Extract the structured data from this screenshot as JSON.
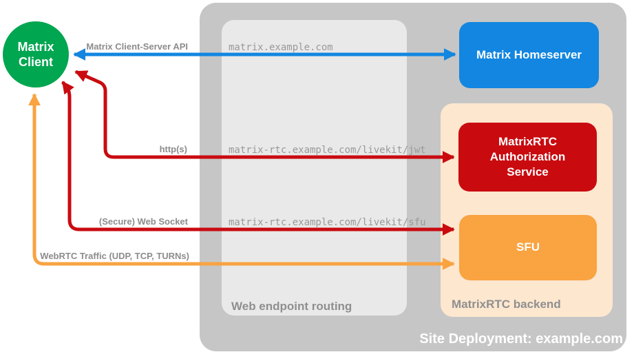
{
  "title": "Site Deployment: example.com",
  "client_node": {
    "line1": "Matrix",
    "line2": "Client",
    "color": "#00a650"
  },
  "nodes": {
    "homeserver": {
      "label": "Matrix Homeserver",
      "color": "#1286e0"
    },
    "auth_service": {
      "label": "MatrixRTC Authorization Service",
      "color": "#c90b10"
    },
    "sfu": {
      "label": "SFU",
      "color": "#f9a341"
    }
  },
  "containers": {
    "site_deployment": {
      "label": "Site Deployment: example.com",
      "color": "#c6c6c6"
    },
    "web_endpoint_routing": {
      "label": "Web endpoint routing",
      "color": "#e9e9e9"
    },
    "matrixrtc_backend": {
      "label": "MatrixRTC backend",
      "color": "#fde7cf"
    }
  },
  "connections": [
    {
      "protocol": "Matrix Client-Server API",
      "endpoint": "matrix.example.com",
      "color": "#1286e0",
      "from": "Matrix Client",
      "to": "Matrix Homeserver",
      "bidirectional": true
    },
    {
      "protocol": "http(s)",
      "endpoint": "matrix-rtc.example.com/livekit/jwt",
      "color": "#c90b10",
      "from": "Matrix Client",
      "to": "MatrixRTC Authorization Service",
      "bidirectional": true
    },
    {
      "protocol": "(Secure) Web Socket",
      "endpoint": "matrix-rtc.example.com/livekit/sfu",
      "color": "#c90b10",
      "from": "Matrix Client",
      "to": "SFU",
      "bidirectional": true
    },
    {
      "protocol": "WebRTC Traffic (UDP, TCP, TURNs)",
      "endpoint": "",
      "color": "#f9a341",
      "from": "Matrix Client",
      "to": "SFU",
      "bidirectional": true
    }
  ]
}
